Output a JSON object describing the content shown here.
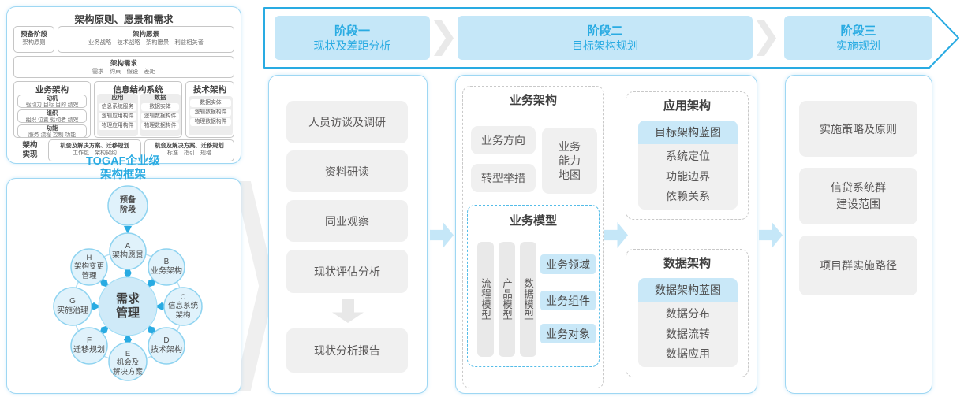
{
  "colors": {
    "accent_blue": "#29abe2",
    "light_blue_fill": "#c5e7f8",
    "panel_border": "#9ed7f3",
    "gray_box": "#f0f0f0",
    "text_dark": "#595757"
  },
  "togaf": {
    "title": "架构原则、愿景和需求",
    "prep": {
      "title": "预备阶段",
      "sub": "架构原则"
    },
    "vision": {
      "title": "架构愿景",
      "items": "业务战略　技术战略　架构愿景　利益相关者"
    },
    "requirements": {
      "title": "架构需求",
      "items": "需求　约束　假设　差距"
    },
    "business": {
      "title": "业务架构",
      "boxes": [
        {
          "title": "动机",
          "sub": "驱动力 目标 目的 绩效"
        },
        {
          "title": "组织",
          "sub": "组织 位置 驱动者 绩效"
        },
        {
          "title": "功能",
          "sub": "服务 流程 控制 功能"
        }
      ]
    },
    "information": {
      "title": "信息结构系统",
      "app": {
        "title": "应用",
        "items": [
          "信息系统服务",
          "逻辑应用构件",
          "物理应用构件"
        ]
      },
      "data": {
        "title": "数据",
        "items": [
          "数据实体",
          "逻辑数据构件",
          "物理数据构件"
        ]
      }
    },
    "technology": {
      "title": "技术架构",
      "items": [
        "数据实体",
        "逻辑数据构件",
        "物理数据构件"
      ]
    },
    "realization": {
      "label": "架构\n实现",
      "boxes": [
        {
          "title": "机会及解决方案、迁移规划",
          "sub": "工作包　架构契约"
        },
        {
          "title": "机会及解决方案、迁移规划",
          "sub": "标准　指引　规格"
        }
      ]
    },
    "caption": "TOGAF企业级\n架构框架"
  },
  "adm": {
    "center": "需求\n管理",
    "nodes": [
      {
        "id": "prep",
        "label": "预备\n阶段"
      },
      {
        "id": "A",
        "label": "A\n架构愿景"
      },
      {
        "id": "B",
        "label": "B\n业务架构"
      },
      {
        "id": "C",
        "label": "C\n信息系统\n架构"
      },
      {
        "id": "D",
        "label": "D\n技术架构"
      },
      {
        "id": "E",
        "label": "E\n机会及\n解决方案"
      },
      {
        "id": "F",
        "label": "F\n迁移规划"
      },
      {
        "id": "G",
        "label": "G\n实施治理"
      },
      {
        "id": "H",
        "label": "H\n架构变更\n管理"
      }
    ]
  },
  "phases": [
    {
      "title": "阶段一",
      "subtitle": "现状及差距分析"
    },
    {
      "title": "阶段二",
      "subtitle": "目标架构规划"
    },
    {
      "title": "阶段三",
      "subtitle": "实施规划"
    }
  ],
  "phase1": {
    "steps": [
      "人员访谈及调研",
      "资料研读",
      "同业观察",
      "现状评估分析"
    ],
    "output": "现状分析报告"
  },
  "phase2": {
    "business_architecture": {
      "title": "业务架构",
      "left_boxes": [
        "业务方向",
        "转型举措"
      ],
      "right_box": "业务\n能力\n地图"
    },
    "business_model": {
      "title": "业务模型",
      "bars": [
        "流程模型",
        "产品模型",
        "数据模型"
      ],
      "items": [
        "业务领域",
        "业务组件",
        "业务对象"
      ]
    },
    "application_architecture": {
      "title": "应用架构",
      "blueprint": "目标架构蓝图",
      "items": "系统定位\n功能边界\n依赖关系"
    },
    "data_architecture": {
      "title": "数据架构",
      "blueprint": "数据架构蓝图",
      "items": "数据分布\n数据流转\n数据应用"
    }
  },
  "phase3": {
    "boxes": [
      "实施策略及原则",
      "信贷系统群\n建设范围",
      "项目群实施路径"
    ]
  }
}
